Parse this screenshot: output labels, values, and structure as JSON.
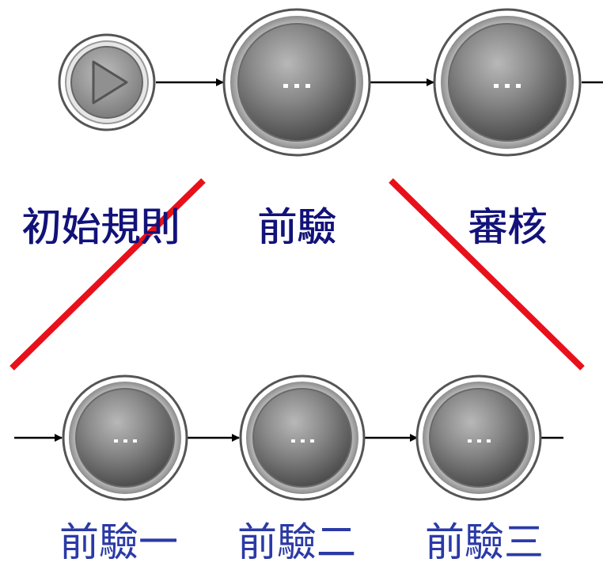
{
  "diagram": {
    "top_row": {
      "nodes": [
        {
          "type": "start",
          "label": "初始規則",
          "icon": "play-icon"
        },
        {
          "type": "activity",
          "label": "前驗",
          "icon": "ellipsis-icon"
        },
        {
          "type": "activity",
          "label": "審核",
          "icon": "ellipsis-icon"
        }
      ]
    },
    "bottom_row": {
      "nodes": [
        {
          "type": "activity",
          "label": "前驗一",
          "icon": "ellipsis-icon"
        },
        {
          "type": "activity",
          "label": "前驗二",
          "icon": "ellipsis-icon"
        },
        {
          "type": "activity",
          "label": "前驗三",
          "icon": "ellipsis-icon"
        }
      ]
    },
    "colors": {
      "highlight_line": "#e8101a",
      "top_label": "#12127a",
      "bottom_label": "#2b3aa6",
      "connector": "#000000"
    }
  }
}
